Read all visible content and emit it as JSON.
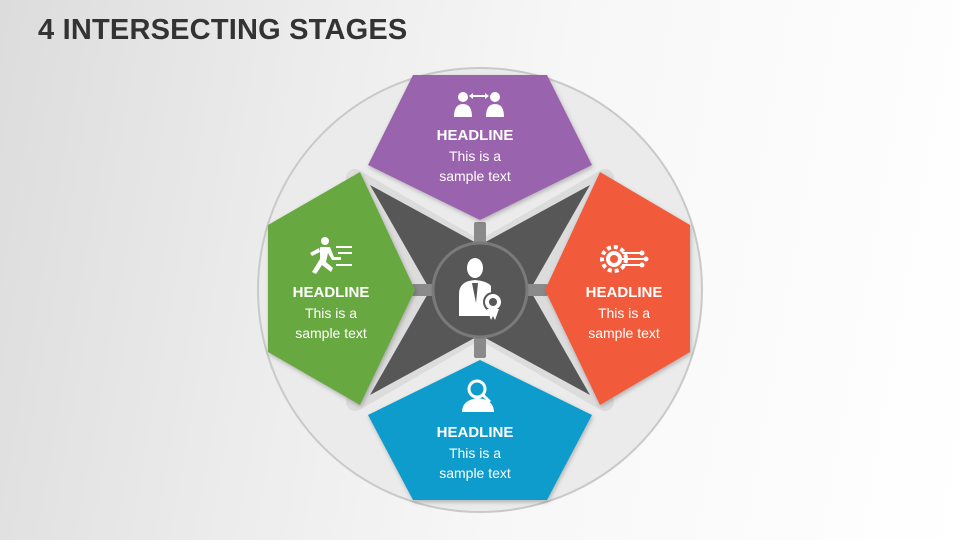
{
  "title": "4 INTERSECTING STAGES",
  "colors": {
    "top": "#9a63ad",
    "right": "#f15a3b",
    "bottom": "#0d9ccb",
    "left": "#67a83f",
    "hub": "#575757",
    "ring": "#e4e4e4"
  },
  "stages": {
    "top": {
      "headline": "HEADLINE",
      "line1": "This is a",
      "line2": "sample text",
      "icon": "two-people-exchange-icon"
    },
    "right": {
      "headline": "HEADLINE",
      "line1": "This is a",
      "line2": "sample text",
      "icon": "gear-circuit-icon"
    },
    "bottom": {
      "headline": "HEADLINE",
      "line1": "This is a",
      "line2": "sample text",
      "icon": "person-search-icon"
    },
    "left": {
      "headline": "HEADLINE",
      "line1": "This is a",
      "line2": "sample text",
      "icon": "running-person-icon"
    }
  },
  "center": {
    "icon": "businessman-award-icon"
  }
}
